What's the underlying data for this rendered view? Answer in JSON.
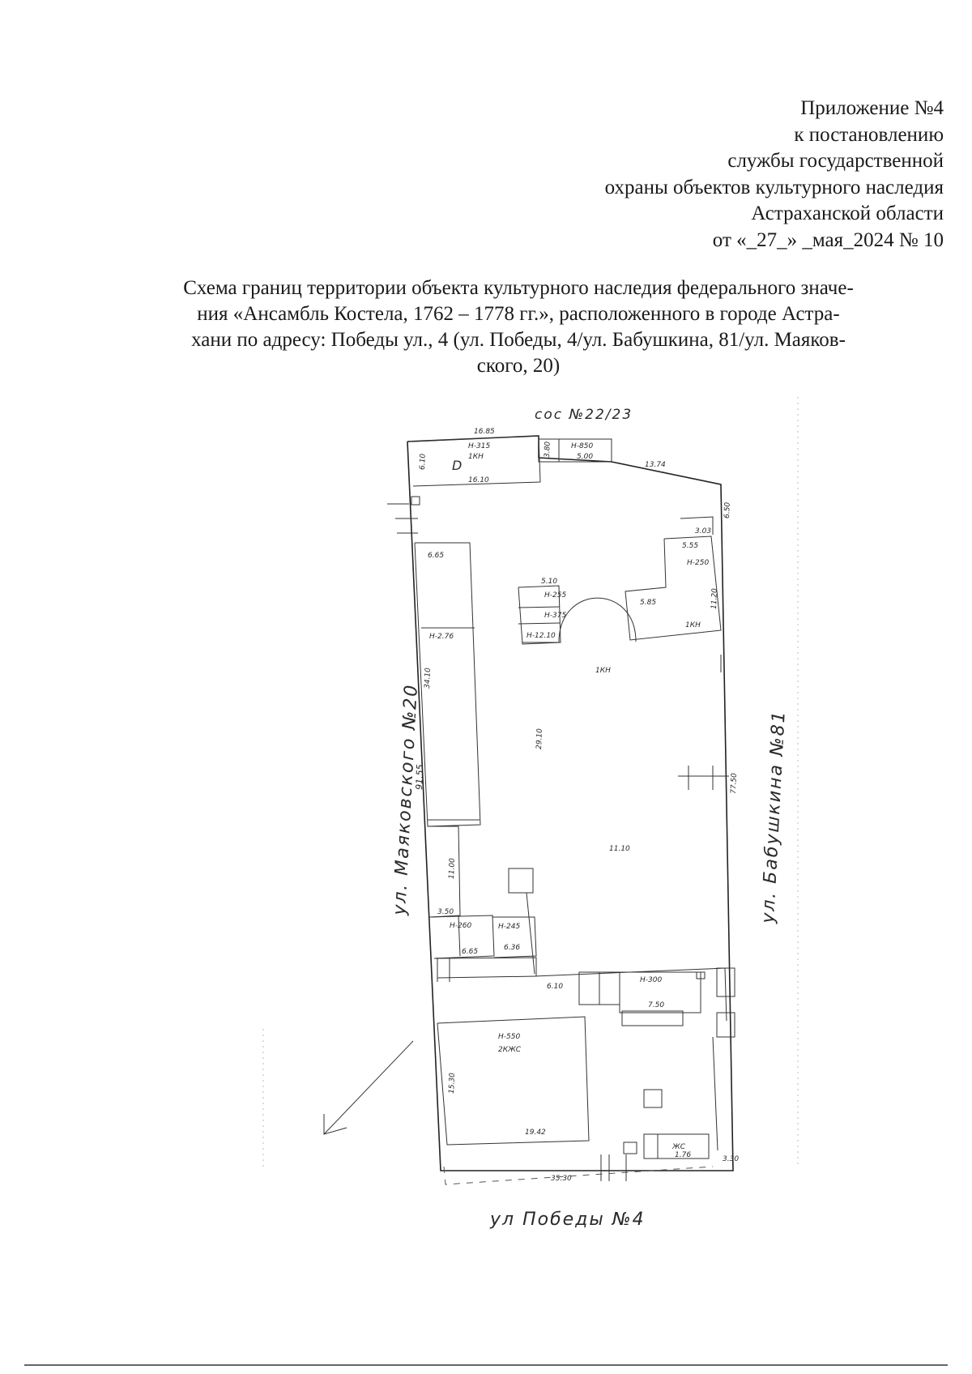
{
  "appendix": {
    "lines": [
      "Приложение №4",
      "к постановлению",
      "службы государственной",
      "охраны объектов культурного наследия",
      "Астраханской области",
      "от «_27_» _мая_2024 № 10"
    ]
  },
  "title": {
    "lines": [
      "Схема границ территории объекта культурного наследия федерального значе-",
      "ния «Ансамбль Костела, 1762 – 1778 гг.», расположенного в городе Астра-",
      "хани по адресу: Победы ул., 4 (ул. Победы, 4/ул. Бабушкина, 81/ул. Маяков-",
      "ского, 20)"
    ]
  },
  "plan": {
    "streets": {
      "top": "сос №22/23",
      "left": "ул. Маяковского №20",
      "right": "ул. Бабушкина №81",
      "bottom": "ул Победы №4"
    },
    "labels": {
      "l1685": "16.85",
      "h315": "H-315",
      "kn1_top": "1КН",
      "d": "D",
      "l610a": "6.10",
      "l1610": "16.10",
      "l380": "3.80",
      "h850": "H-850",
      "l500": "5.00",
      "l1374": "13.74",
      "l650": "6.50",
      "l665a": "6.65",
      "h276": "H-2.76",
      "l3410": "34.10",
      "l9155": "91.55",
      "l555": "5.55",
      "l303": "3.03",
      "h250": "H-250",
      "l585": "5.85",
      "kn1_r": "1КН",
      "l1120": "11.20",
      "l510": "5.10",
      "h255": "H-255",
      "h375": "H-375",
      "h1210": "H-12.10",
      "kn1_main": "1КН",
      "l2910": "29.10",
      "l1110": "11.10",
      "l7750": "77.50",
      "l1100": "11.00",
      "l350": "3.50",
      "h260": "H-260",
      "h245": "H-245",
      "l665b": "6.65",
      "l636": "6.36",
      "l610b": "6.10",
      "h300": "H-300",
      "l750": "7.50",
      "h550": "H-550",
      "kjs2": "2КЖС",
      "l1530": "15.30",
      "l1942": "19.42",
      "kjs": "ЖС",
      "l176": "1.76",
      "l3530": "35.30",
      "l330": "3.30"
    }
  }
}
